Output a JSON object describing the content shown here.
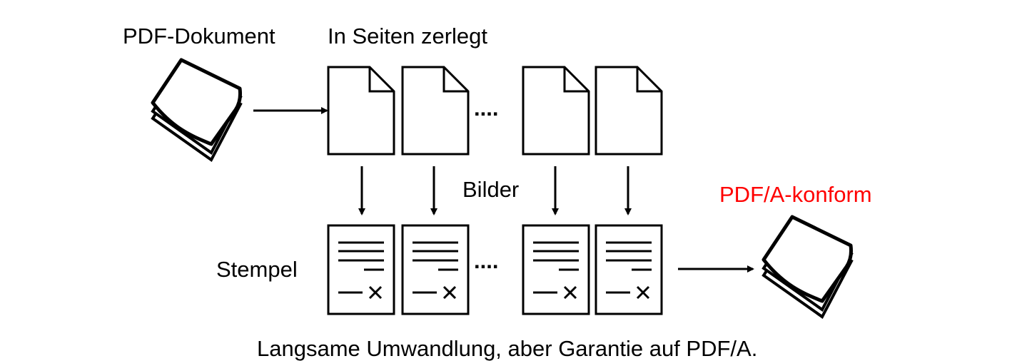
{
  "labels": {
    "pdf_document": "PDF-Dokument",
    "split_pages": "In Seiten zerlegt",
    "images": "Bilder",
    "stamp": "Stempel",
    "pdfa_conform": "PDF/A-konform",
    "caption": "Langsame Umwandlung, aber Garantie auf PDF/A.",
    "ellipsis_top": "....",
    "ellipsis_bottom": "...."
  },
  "colors": {
    "stroke": "#000000",
    "highlight": "#ff0000"
  }
}
